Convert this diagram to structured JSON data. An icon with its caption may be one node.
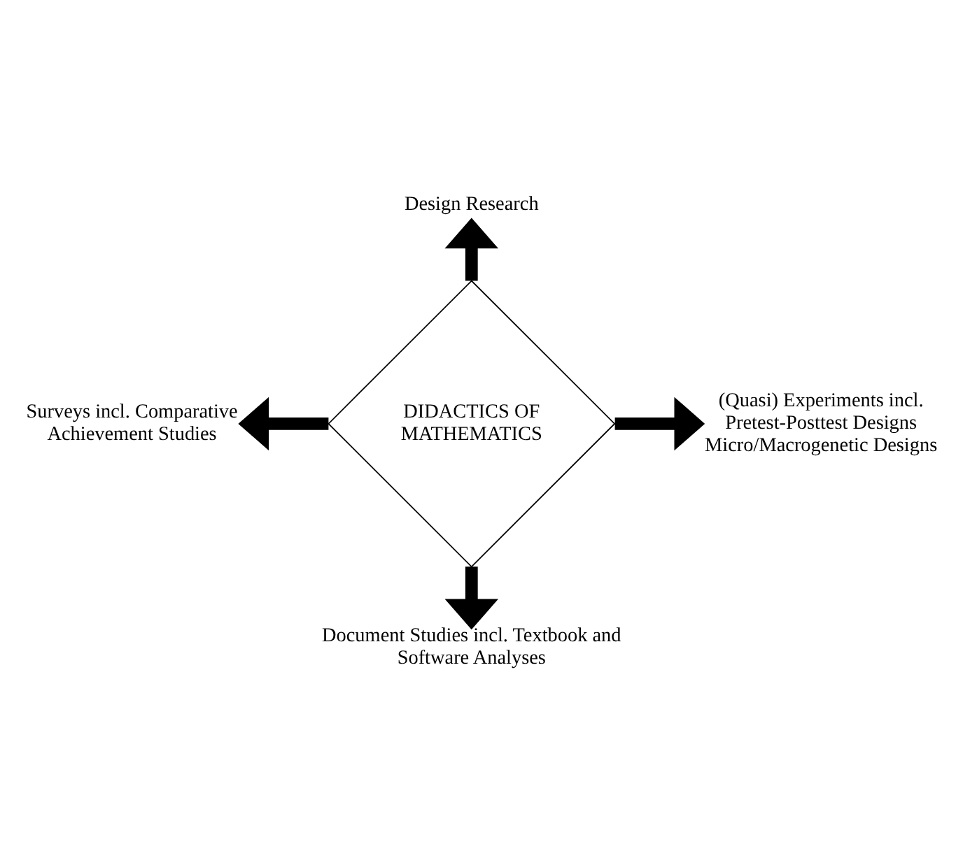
{
  "diagram": {
    "nodes": [
      {
        "text": [
          "DIDACTICS OF MATHEMATICS"
        ]
      },
      {
        "text": [
          "Design Research"
        ]
      },
      {
        "text": [
          "Surveys incl. Comparative Achievement Studies"
        ]
      },
      {
        "text": [
          "(Quasi) Experiments incl. Pretest-Posttest Designs Micro/Macrogenetic Designs"
        ]
      },
      {
        "text": [
          "Document Studies incl. Textbook and Software Analyses"
        ]
      }
    ],
    "edges": [
      {
        "from": 0,
        "to": 1,
        "arrow": "to"
      },
      {
        "from": 0,
        "to": 2,
        "arrow": "to"
      },
      {
        "from": 0,
        "to": 3,
        "arrow": "to"
      },
      {
        "from": 0,
        "to": 4,
        "arrow": "to"
      }
    ]
  }
}
